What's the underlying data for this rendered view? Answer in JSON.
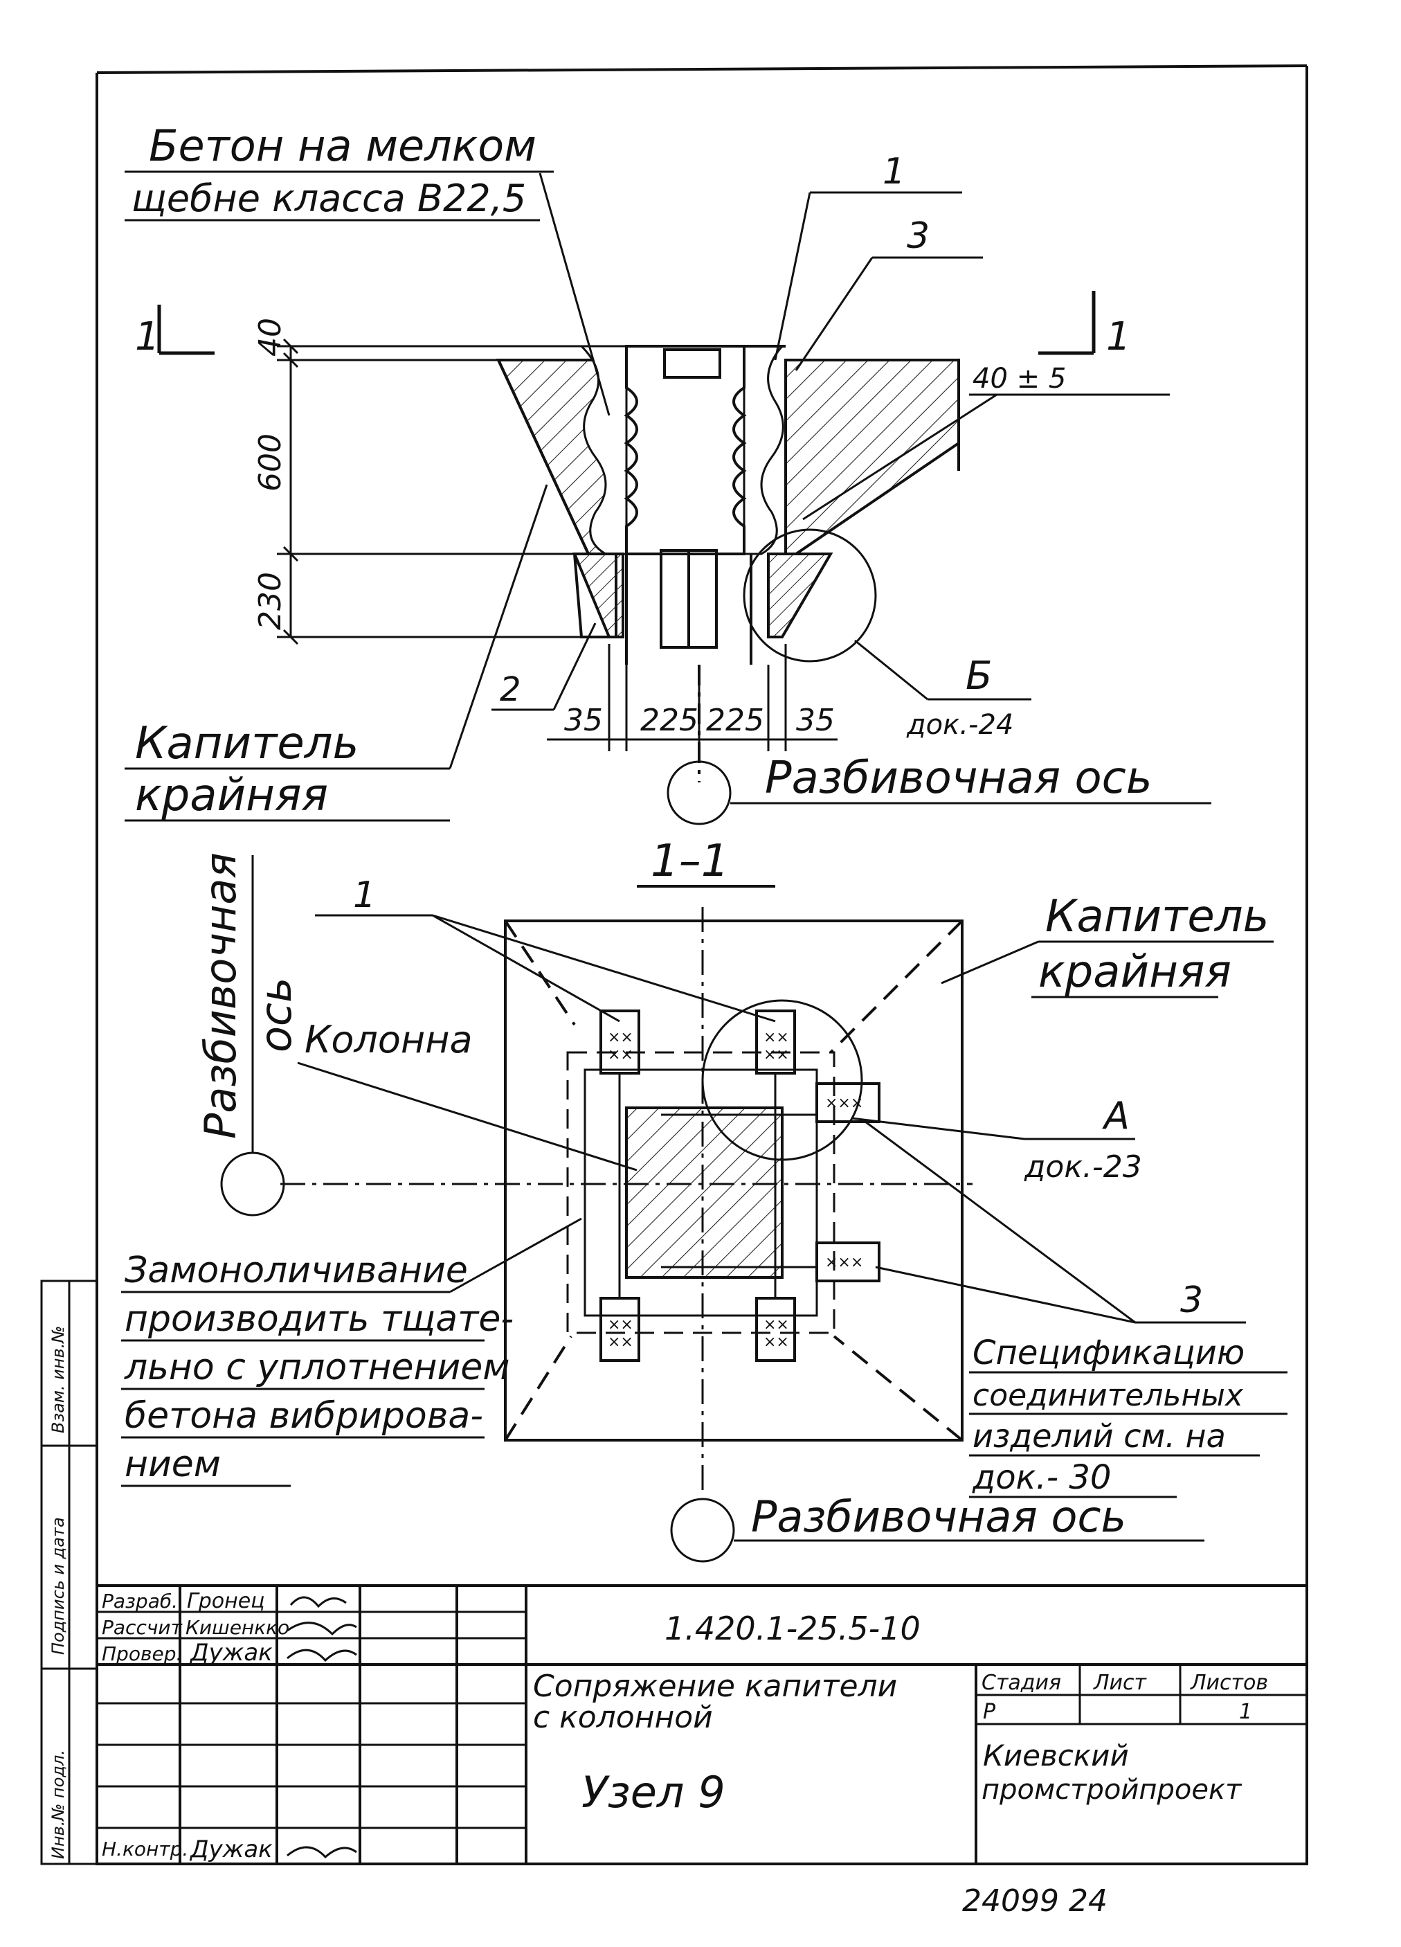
{
  "top_view": {
    "concrete_note_line1": "Бетон на мелком",
    "concrete_note_line2": "щебне класса В22,5",
    "capital_label_line1": "Капитель",
    "capital_label_line2": "крайняя",
    "axis_label": "Разбивочная ось",
    "section_mark_left": "1",
    "section_mark_right": "1",
    "callout_1": "1",
    "callout_2": "2",
    "callout_3": "3",
    "tolerance": "40 ± 5",
    "detail_b_label": "Б",
    "detail_b_ref": "док.-24",
    "dims_vertical": [
      "40",
      "600",
      "230"
    ],
    "dims_horizontal": [
      "35",
      "225",
      "225",
      "35"
    ]
  },
  "section_view": {
    "title": "1–1",
    "capital_label_line1": "Капитель",
    "capital_label_line2": "крайняя",
    "column_label": "Колонна",
    "axis_label_vertical_1": "Разбивочная",
    "axis_label_vertical_2": "ось",
    "axis_label_bottom": "Разбивочная ось",
    "callout_1": "1",
    "callout_3": "3",
    "detail_a_label": "А",
    "detail_a_ref": "док.-23",
    "grouting_note": [
      "Замоноличивание",
      "производить тщате-",
      "льно с уплотнением",
      "бетона вибрирова-",
      "нием"
    ],
    "spec_note": [
      "Спецификацию",
      "соединительных",
      "изделий см. на",
      "док.- 30"
    ]
  },
  "title_block": {
    "roles": [
      "Разраб.",
      "Рассчит",
      "Провер.",
      "",
      "",
      "",
      "Н.контр."
    ],
    "names": [
      "Гронец",
      "Кишенкко",
      "Дужак",
      "",
      "",
      "",
      "Дужак"
    ],
    "doc_code": "1.420.1-25.5-10",
    "title_line1": "Сопряжение капители",
    "title_line2": "с колонной",
    "node": "Узел 9",
    "stage_header": "Стадия",
    "sheet_header": "Лист",
    "sheets_header": "Листов",
    "stage": "Р",
    "sheets": "1",
    "org_line1": "Киевский",
    "org_line2": "промстройпроект"
  },
  "margin": {
    "inv_no": "Инв.№ подл.",
    "sign_date": "Подпись и дата",
    "replace": "Взам. инв.№"
  },
  "footer": {
    "number": "24099 24"
  }
}
